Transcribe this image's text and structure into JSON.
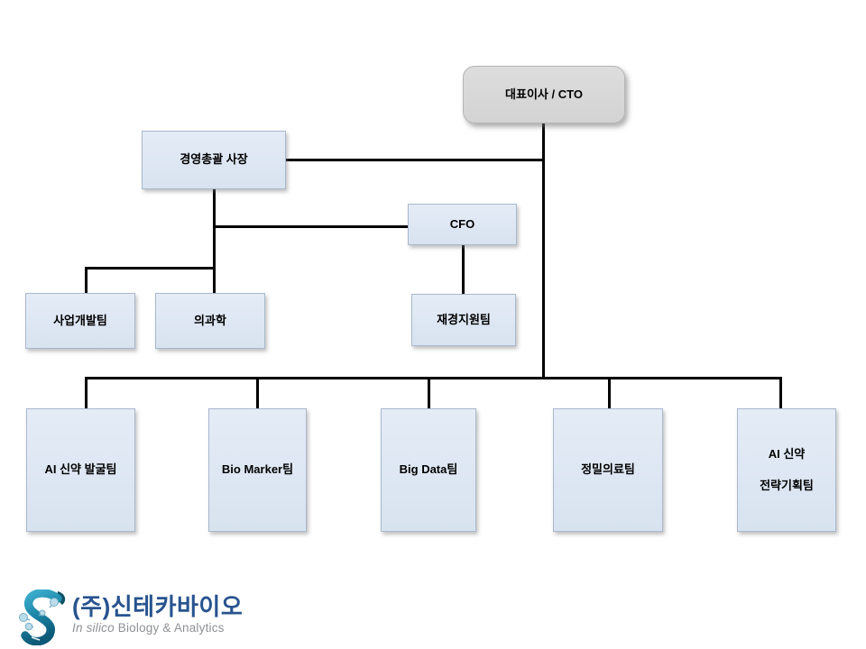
{
  "nodes": {
    "ceo": {
      "label": "대표이사 / CTO"
    },
    "coo": {
      "label": "경영총괄 사장"
    },
    "cfo": {
      "label": "CFO"
    },
    "biz_dev": {
      "label": "사업개발팀"
    },
    "med_sci": {
      "label": "의과학"
    },
    "finance": {
      "label": "재경지원팀"
    },
    "ai_discovery": {
      "label": "AI 신약 발굴팀"
    },
    "biomarker": {
      "label": "Bio Marker팀"
    },
    "bigdata": {
      "label": "Big Data팀"
    },
    "precision": {
      "label": "정밀의료팀"
    },
    "ai_strategy": {
      "line1": "AI 신약",
      "line2": "전략기획팀"
    }
  },
  "logo": {
    "company_name": "(주)신테카바이오",
    "tagline_italic": "In silico",
    "tagline_rest": " Biology & Analytics"
  },
  "colors": {
    "node_fill": "#dce6f2",
    "node_border": "#a9b8ce",
    "root_fill": "#d9d9d9",
    "root_border": "#b5b5b5",
    "connector": "#000000",
    "brand_blue": "#27538f",
    "brand_teal_light": "#3fb0d0",
    "brand_teal_dark": "#0d5a78",
    "tagline_gray": "#8f9194"
  }
}
